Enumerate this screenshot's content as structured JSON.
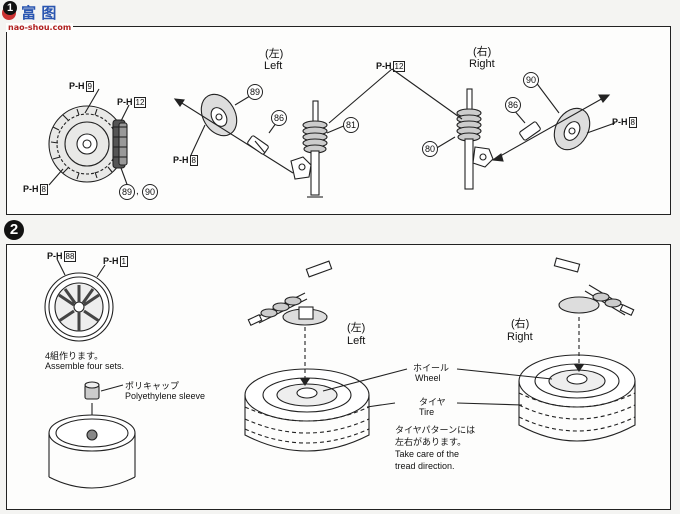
{
  "watermark": {
    "logo_chars": "富 图",
    "url": "nao-shou.com"
  },
  "step1": {
    "number": "1",
    "left": {
      "jp": "(左)",
      "en": "Left"
    },
    "right": {
      "jp": "(右)",
      "en": "Right"
    },
    "ph_labels": [
      "P-H",
      "P-H",
      "P-H",
      "P-H",
      "P-H",
      "P-H"
    ],
    "ph_boxes": [
      "9",
      "12",
      "8",
      "12",
      "8",
      "8"
    ],
    "part_numbers": [
      "89",
      "86",
      "81",
      "80",
      "86",
      "90",
      "89",
      "90"
    ],
    "comma": ","
  },
  "step2": {
    "number": "2",
    "ph_labels": [
      "P-H",
      "P-H"
    ],
    "ph_boxes": [
      "88",
      "1"
    ],
    "assemble_jp": "4組作ります。",
    "assemble_en": "Assemble four sets.",
    "polycap_jp": "ポリキャップ",
    "polycap_en": "Polyethylene sleeve",
    "left": {
      "jp": "(左)",
      "en": "Left"
    },
    "right": {
      "jp": "(右)",
      "en": "Right"
    },
    "wheel_jp": "ホイール",
    "wheel_en": "Wheel",
    "tire_jp": "タイヤ",
    "tire_en": "Tire",
    "tread_jp_1": "タイヤパターンには",
    "tread_jp_2": "左右があります。",
    "tread_en_1": "Take care of the",
    "tread_en_2": "tread direction."
  }
}
